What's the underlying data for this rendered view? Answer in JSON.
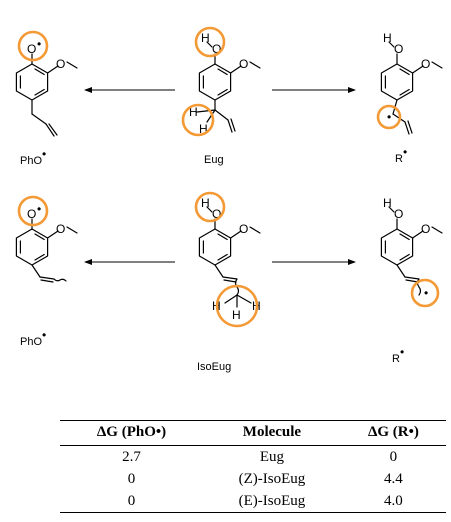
{
  "scheme": {
    "row1": {
      "left_label": "PhO",
      "center_label": "Eug",
      "right_label": "R"
    },
    "row2": {
      "left_label": "PhO",
      "center_label": "IsoEug",
      "right_label": "R"
    },
    "atoms": {
      "o": "O",
      "h": "H",
      "radical_dot": "•"
    }
  },
  "table": {
    "headers": [
      "ΔG (PhO•)",
      "Molecule",
      "ΔG (R•)"
    ],
    "rows": [
      [
        "2.7",
        "Eug",
        "0"
      ],
      [
        "0",
        "(Z)-IsoEug",
        "4.4"
      ],
      [
        "0",
        "(E)-IsoEug",
        "4.0"
      ]
    ]
  },
  "colors": {
    "highlight": "#f39a36"
  }
}
